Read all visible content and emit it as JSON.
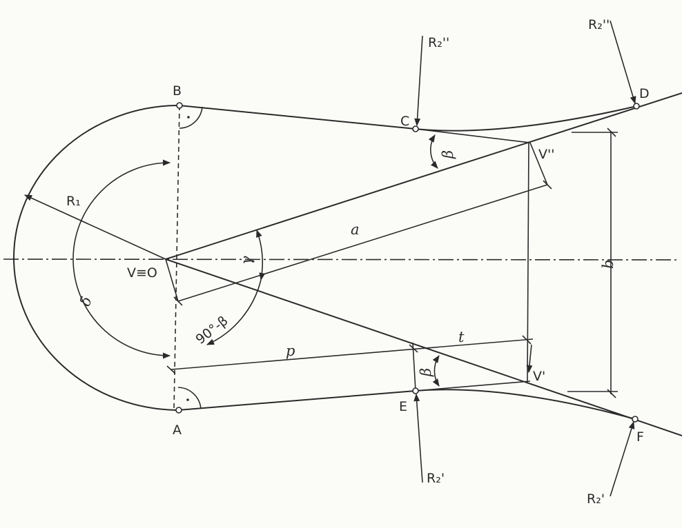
{
  "points": {
    "B": "B",
    "A": "A",
    "C": "C",
    "D": "D",
    "E": "E",
    "F": "F",
    "O": "V≡O",
    "V2": "V''",
    "V1": "V'"
  },
  "forces": {
    "R2pp_top": "R₂''",
    "R2pp_right": "R₂''",
    "R2p_bottom": "R₂'",
    "R2p_right": "R₂'"
  },
  "radius_label": "R₁",
  "dimensions": {
    "a": "a",
    "b": "b",
    "p": "p",
    "t": "t",
    "beta_top": "β",
    "beta_bottom": "β",
    "gamma": "γ",
    "delta": "δ",
    "complement": "90°-β"
  }
}
